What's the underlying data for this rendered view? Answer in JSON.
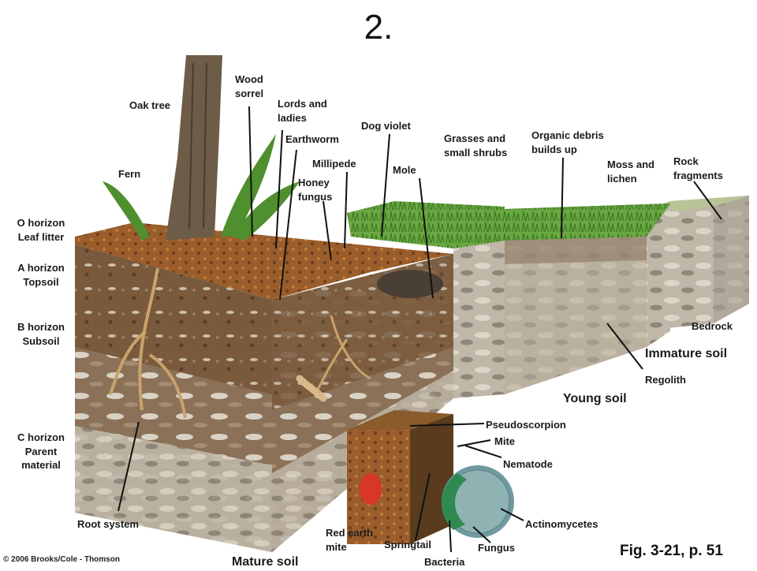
{
  "title": "2.",
  "caption": "Fig. 3-21, p. 51",
  "copyright": "© 2006 Brooks/Cole - Thomson",
  "horizons": {
    "o": "O horizon\nLeaf litter",
    "a": "A horizon\nTopsoil",
    "b": "B horizon\nSubsoil",
    "c": "C horizon\nParent\nmaterial"
  },
  "labels": {
    "oak_tree": "Oak tree",
    "wood_sorrel": "Wood\nsorrel",
    "lords_ladies": "Lords and\nladies",
    "dog_violet": "Dog violet",
    "earthworm": "Earthworm",
    "millipede": "Millipede",
    "honey_fungus": "Honey\nfungus",
    "mole": "Mole",
    "fern": "Fern",
    "grasses": "Grasses and\nsmall shrubs",
    "organic_debris": "Organic debris\nbuilds up",
    "moss_lichen": "Moss and\nlichen",
    "rock_fragments": "Rock\nfragments",
    "bedrock": "Bedrock",
    "regolith": "Regolith",
    "root_system": "Root system",
    "pseudoscorpion": "Pseudoscorpion",
    "mite": "Mite",
    "nematode": "Nematode",
    "actinomycetes": "Actinomycetes",
    "fungus": "Fungus",
    "bacteria": "Bacteria",
    "springtail": "Springtail",
    "red_earth_mite": "Red earth\nmite"
  },
  "stages": {
    "immature": "Immature soil",
    "young": "Young soil",
    "mature": "Mature soil"
  },
  "colors": {
    "topsoil": "#6b4a2c",
    "litter": "#8a5a2e",
    "subsoil": "#8c7256",
    "parent": "#a89a88",
    "rock": "#c9c2b3",
    "grass": "#5f9a3a",
    "fern": "#4f8f2e",
    "bark": "#6d5c48"
  }
}
